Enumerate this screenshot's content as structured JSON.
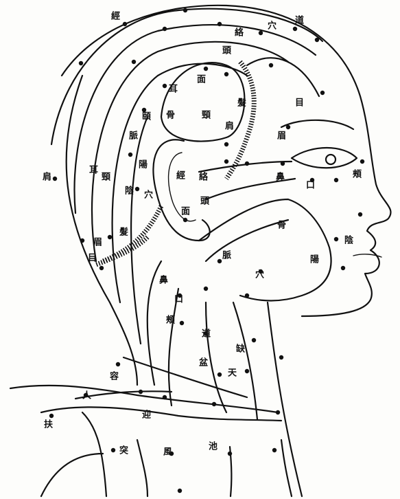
{
  "figure": {
    "ink_color": "#111111",
    "paper_color": "#fdfdfb",
    "calligraphic_labels": [
      "經",
      "絡",
      "穴",
      "道",
      "頭",
      "面",
      "耳",
      "頸",
      "肩",
      "髮",
      "眉",
      "目",
      "鼻",
      "口",
      "頰",
      "頤",
      "骨",
      "脈",
      "陽",
      "陰",
      "穴",
      "經",
      "絡",
      "頭",
      "面",
      "耳",
      "頸",
      "肩",
      "髮",
      "眉",
      "目",
      "鼻",
      "口",
      "頰",
      "骨",
      "脈",
      "陽",
      "陰",
      "穴",
      "道",
      "缺",
      "盆",
      "天",
      "容",
      "人",
      "迎",
      "扶",
      "突",
      "風",
      "池"
    ]
  }
}
